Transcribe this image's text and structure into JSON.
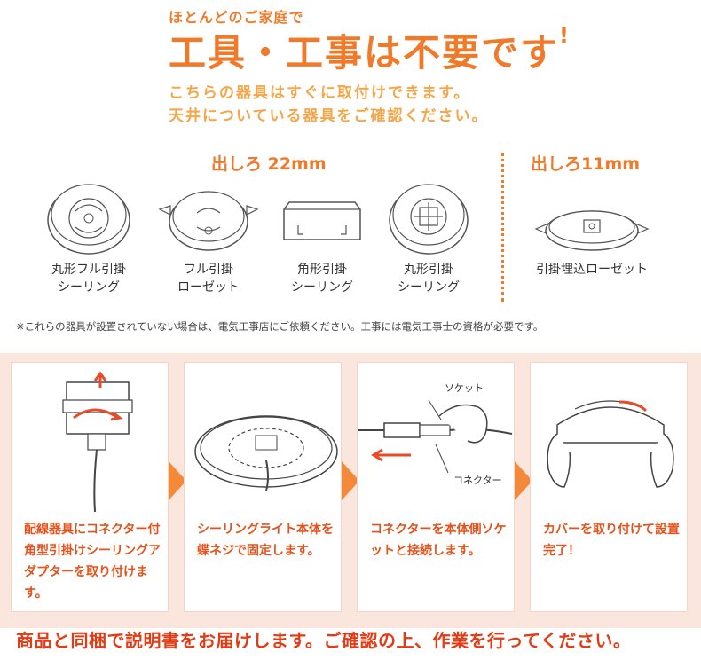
{
  "header": {
    "small": "ほとんどのご家庭で",
    "big": "工具・工事は不要です",
    "big_bang": "!",
    "sub1": "こちらの器具はすぐに取付けできます。",
    "sub2": "天井についている器具をご確認ください。"
  },
  "sections": {
    "left_label": "出しろ 22mm",
    "right_label": "出しろ11mm"
  },
  "fixtures": [
    {
      "line1": "丸形フル引掛",
      "line2": "シーリング"
    },
    {
      "line1": "フル引掛",
      "line2": "ローゼット"
    },
    {
      "line1": "角形引掛",
      "line2": "シーリング"
    },
    {
      "line1": "丸形引掛",
      "line2": "シーリング"
    },
    {
      "line1": "引掛埋込ローゼット",
      "line2": ""
    }
  ],
  "note": "※これらの器具が設置されていない場合は、電気工事店にご依頼ください。工事には電気工事士の資格が必要です。",
  "steps": [
    {
      "desc": "配線器具にコネクター付角型引掛けシーリングアダプターを取り付けます。"
    },
    {
      "desc": "シーリングライト本体を蝶ネジで固定します。"
    },
    {
      "desc": "コネクターを本体側ソケットと接続します。",
      "label_socket": "ソケット",
      "label_connector": "コネクター"
    },
    {
      "desc": "カバーを取り付けて設置完了！"
    }
  ],
  "footer": "商品と同梱で説明書をお届けします。ご確認の上、作業を行ってください。",
  "colors": {
    "accent": "#f07a2a",
    "sub": "#f4a64a",
    "step_text": "#e4531c",
    "band": "#fbe6dd",
    "footer": "#e43b15"
  }
}
